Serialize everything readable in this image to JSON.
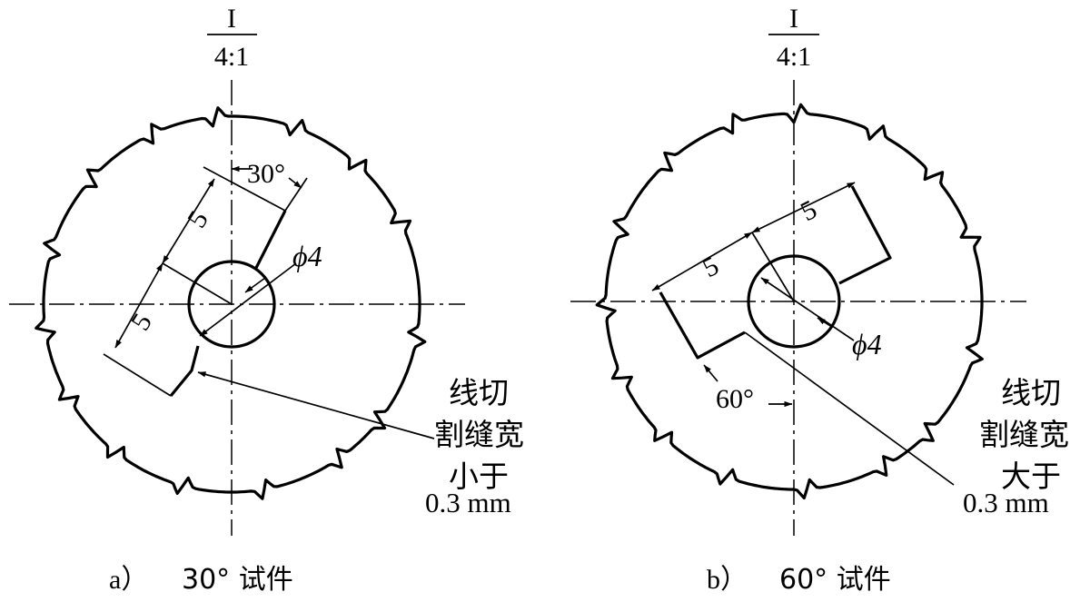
{
  "panel_a": {
    "scale_numeral": "I",
    "scale_ratio": "4:1",
    "angle": "30°",
    "dim_1": "5",
    "dim_2": "5",
    "hole_diameter": "ϕ4",
    "note_line1": "线切",
    "note_line2": "割缝宽",
    "note_line3": "小于",
    "note_line4": "0.3 mm",
    "caption_letter": "a）",
    "caption_text": "30° 试件"
  },
  "panel_b": {
    "scale_numeral": "I",
    "scale_ratio": "4:1",
    "angle": "60°",
    "dim_1": "5",
    "dim_2": "5",
    "hole_diameter": "ϕ4",
    "note_line1": "线切",
    "note_line2": "割缝宽",
    "note_line3": "大于",
    "note_line4": "0.3 mm",
    "caption_letter": "b）",
    "caption_text": "60° 试件"
  }
}
